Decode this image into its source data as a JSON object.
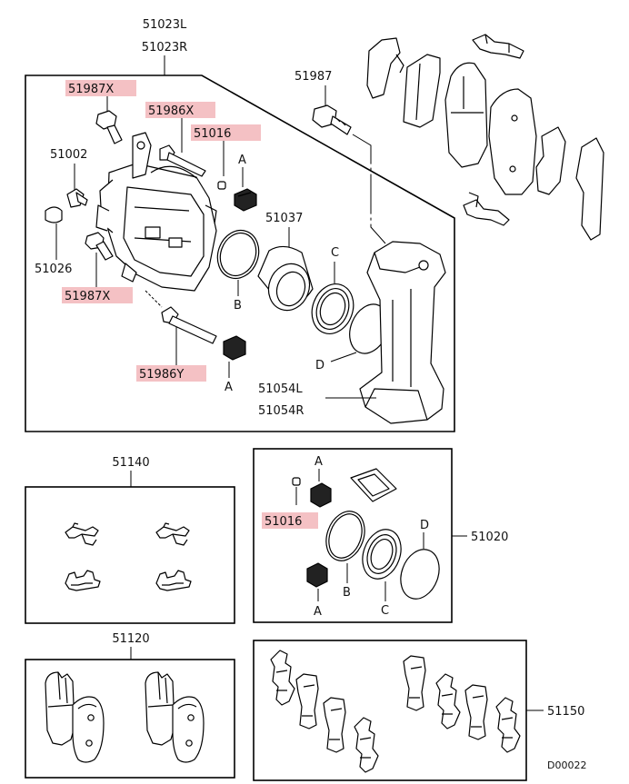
{
  "colors": {
    "highlight": "#f4c1c4",
    "line": "#000000",
    "background": "#ffffff"
  },
  "caliper": {
    "assembly_l": "51023L",
    "assembly_r": "51023R",
    "bolt_upper": "51987X",
    "bolt_lower": "51987X",
    "pin_upper": "51986X",
    "pin_lower": "51986Y",
    "cap_upper": "51016",
    "bleeder": "51002",
    "bleeder_cap": "51026",
    "piston": "51037",
    "ref_a_upper": "A",
    "ref_a_lower": "A",
    "ref_b": "B",
    "ref_c": "C",
    "ref_d": "D",
    "bracket_bolt": "51987",
    "support_l": "51054L",
    "support_r": "51054R"
  },
  "clip_kit": {
    "number": "51140"
  },
  "seal_kit": {
    "number": "51020",
    "cap": "51016",
    "ref_a_upper": "A",
    "ref_a_lower": "A",
    "ref_b": "B",
    "ref_c": "C",
    "ref_d": "D"
  },
  "pad_set": {
    "number": "51120"
  },
  "shim_kit": {
    "number": "51150"
  },
  "drawing_id": "D00022"
}
